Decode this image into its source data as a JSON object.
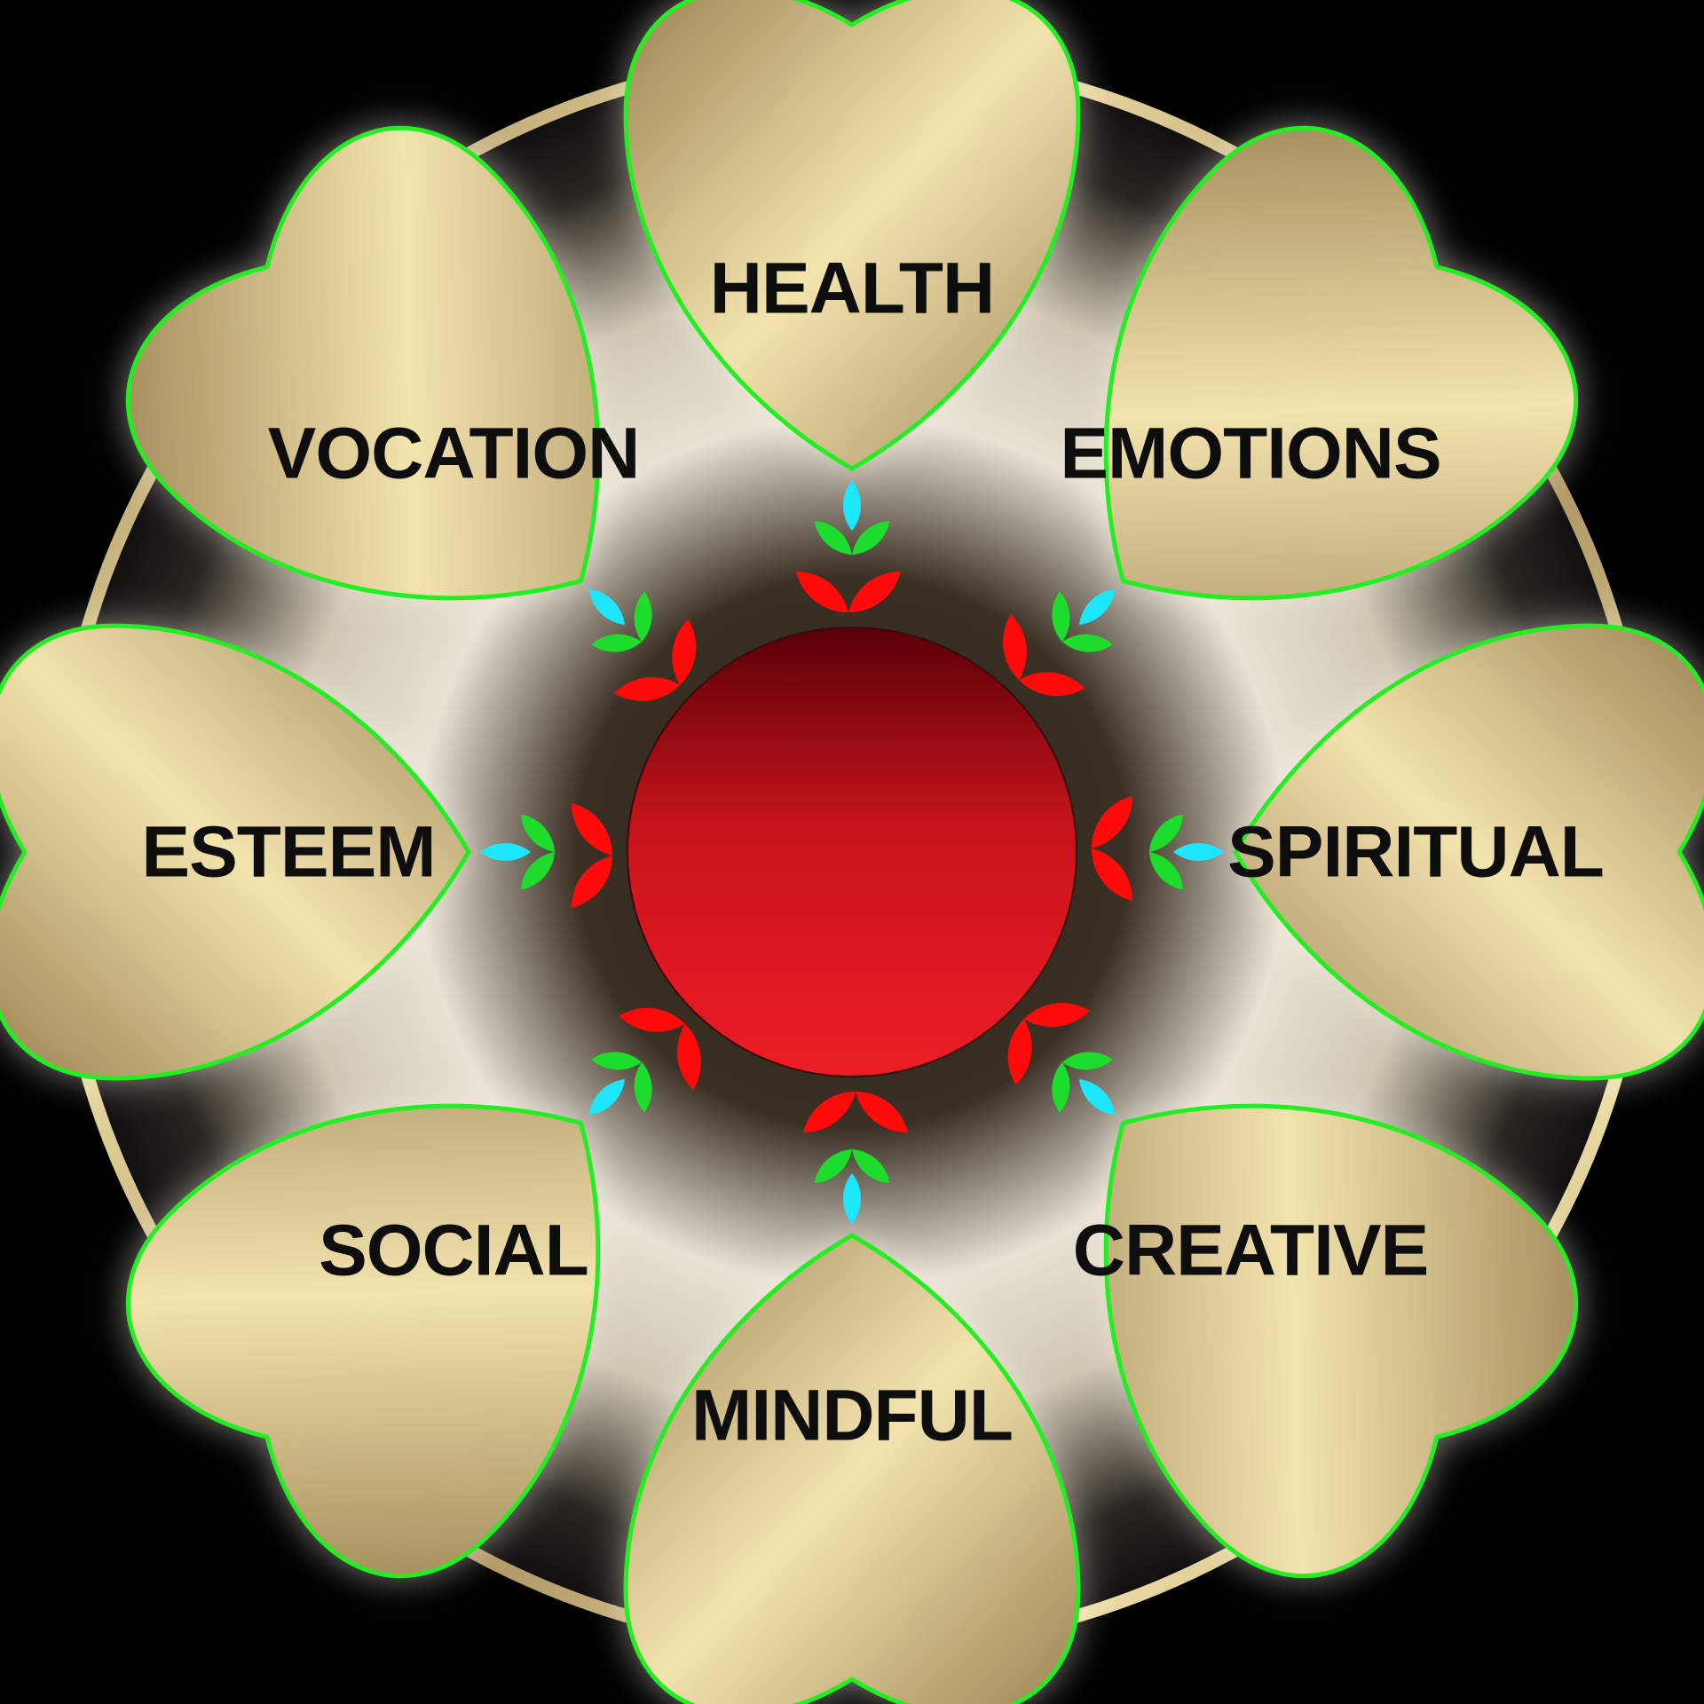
{
  "diagram": {
    "petals": [
      {
        "label": "HEALTH"
      },
      {
        "label": "EMOTIONS"
      },
      {
        "label": "SPIRITUAL"
      },
      {
        "label": "CREATIVE"
      },
      {
        "label": "MINDFUL"
      },
      {
        "label": "SOCIAL"
      },
      {
        "label": "ESTEEM"
      },
      {
        "label": "VOCATION"
      }
    ],
    "colors": {
      "background": "#000000",
      "ring": "#c9b27c",
      "petal_fill": "#d8c190",
      "petal_outline": "#22ee22",
      "center": "#e01e24",
      "leaf_red": "#ff0a0a",
      "leaf_green": "#1ddc2c",
      "leaf_cyan": "#1fe6ff"
    }
  }
}
